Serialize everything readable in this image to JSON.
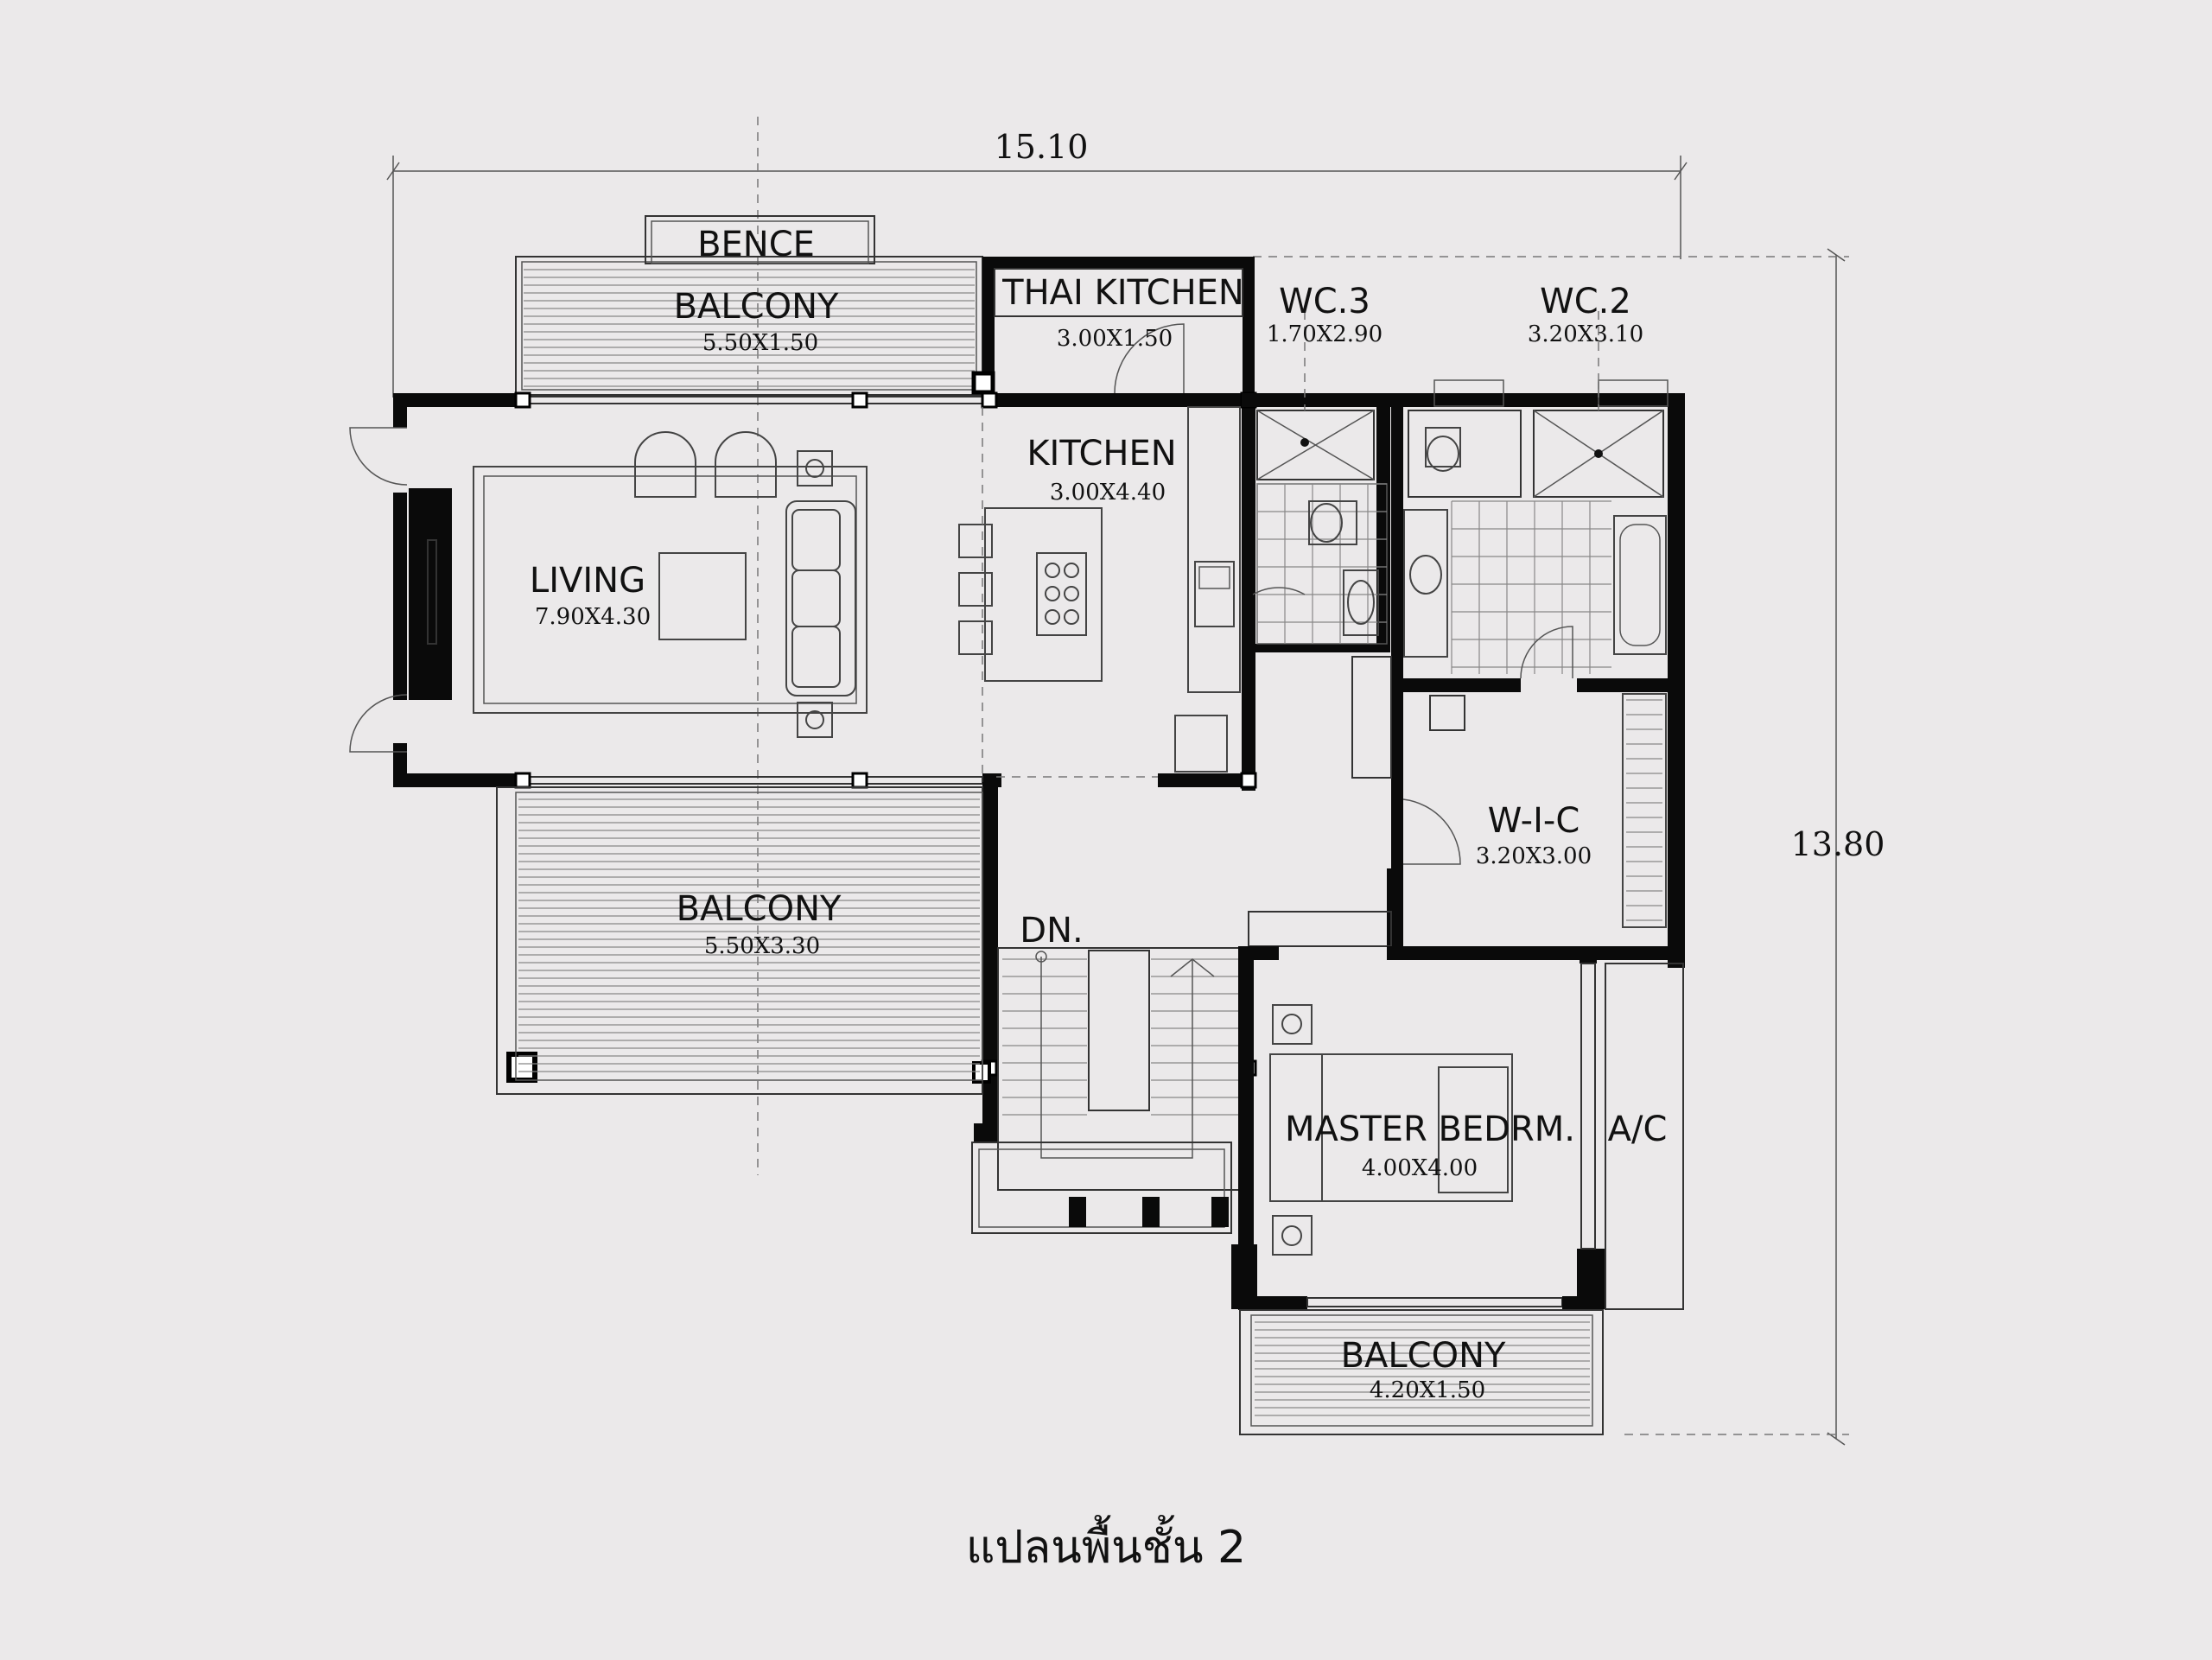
{
  "dimensions": {
    "width": "15.10",
    "depth": "13.80"
  },
  "rooms": {
    "bence": {
      "name": "BENCE"
    },
    "balcony_north": {
      "name": "BALCONY",
      "size": "5.50X1.50"
    },
    "thai_kitchen": {
      "name": "THAI KITCHEN",
      "size": "3.00X1.50"
    },
    "wc3": {
      "name": "WC.3",
      "size": "1.70X2.90"
    },
    "wc2": {
      "name": "WC.2",
      "size": "3.20X3.10"
    },
    "kitchen": {
      "name": "KITCHEN",
      "size": "3.00X4.40"
    },
    "living": {
      "name": "LIVING",
      "size": "7.90X4.30"
    },
    "wic": {
      "name": "W-I-C",
      "size": "3.20X3.00"
    },
    "balcony_west": {
      "name": "BALCONY",
      "size": "5.50X3.30"
    },
    "stair": {
      "name": "DN."
    },
    "master_bedroom": {
      "name": "MASTER BEDRM.",
      "size": "4.00X4.00"
    },
    "ac": {
      "name": "A/C"
    },
    "balcony_south": {
      "name": "BALCONY",
      "size": "4.20X1.50"
    }
  },
  "caption": "แปลนพื้นชั้น 2"
}
